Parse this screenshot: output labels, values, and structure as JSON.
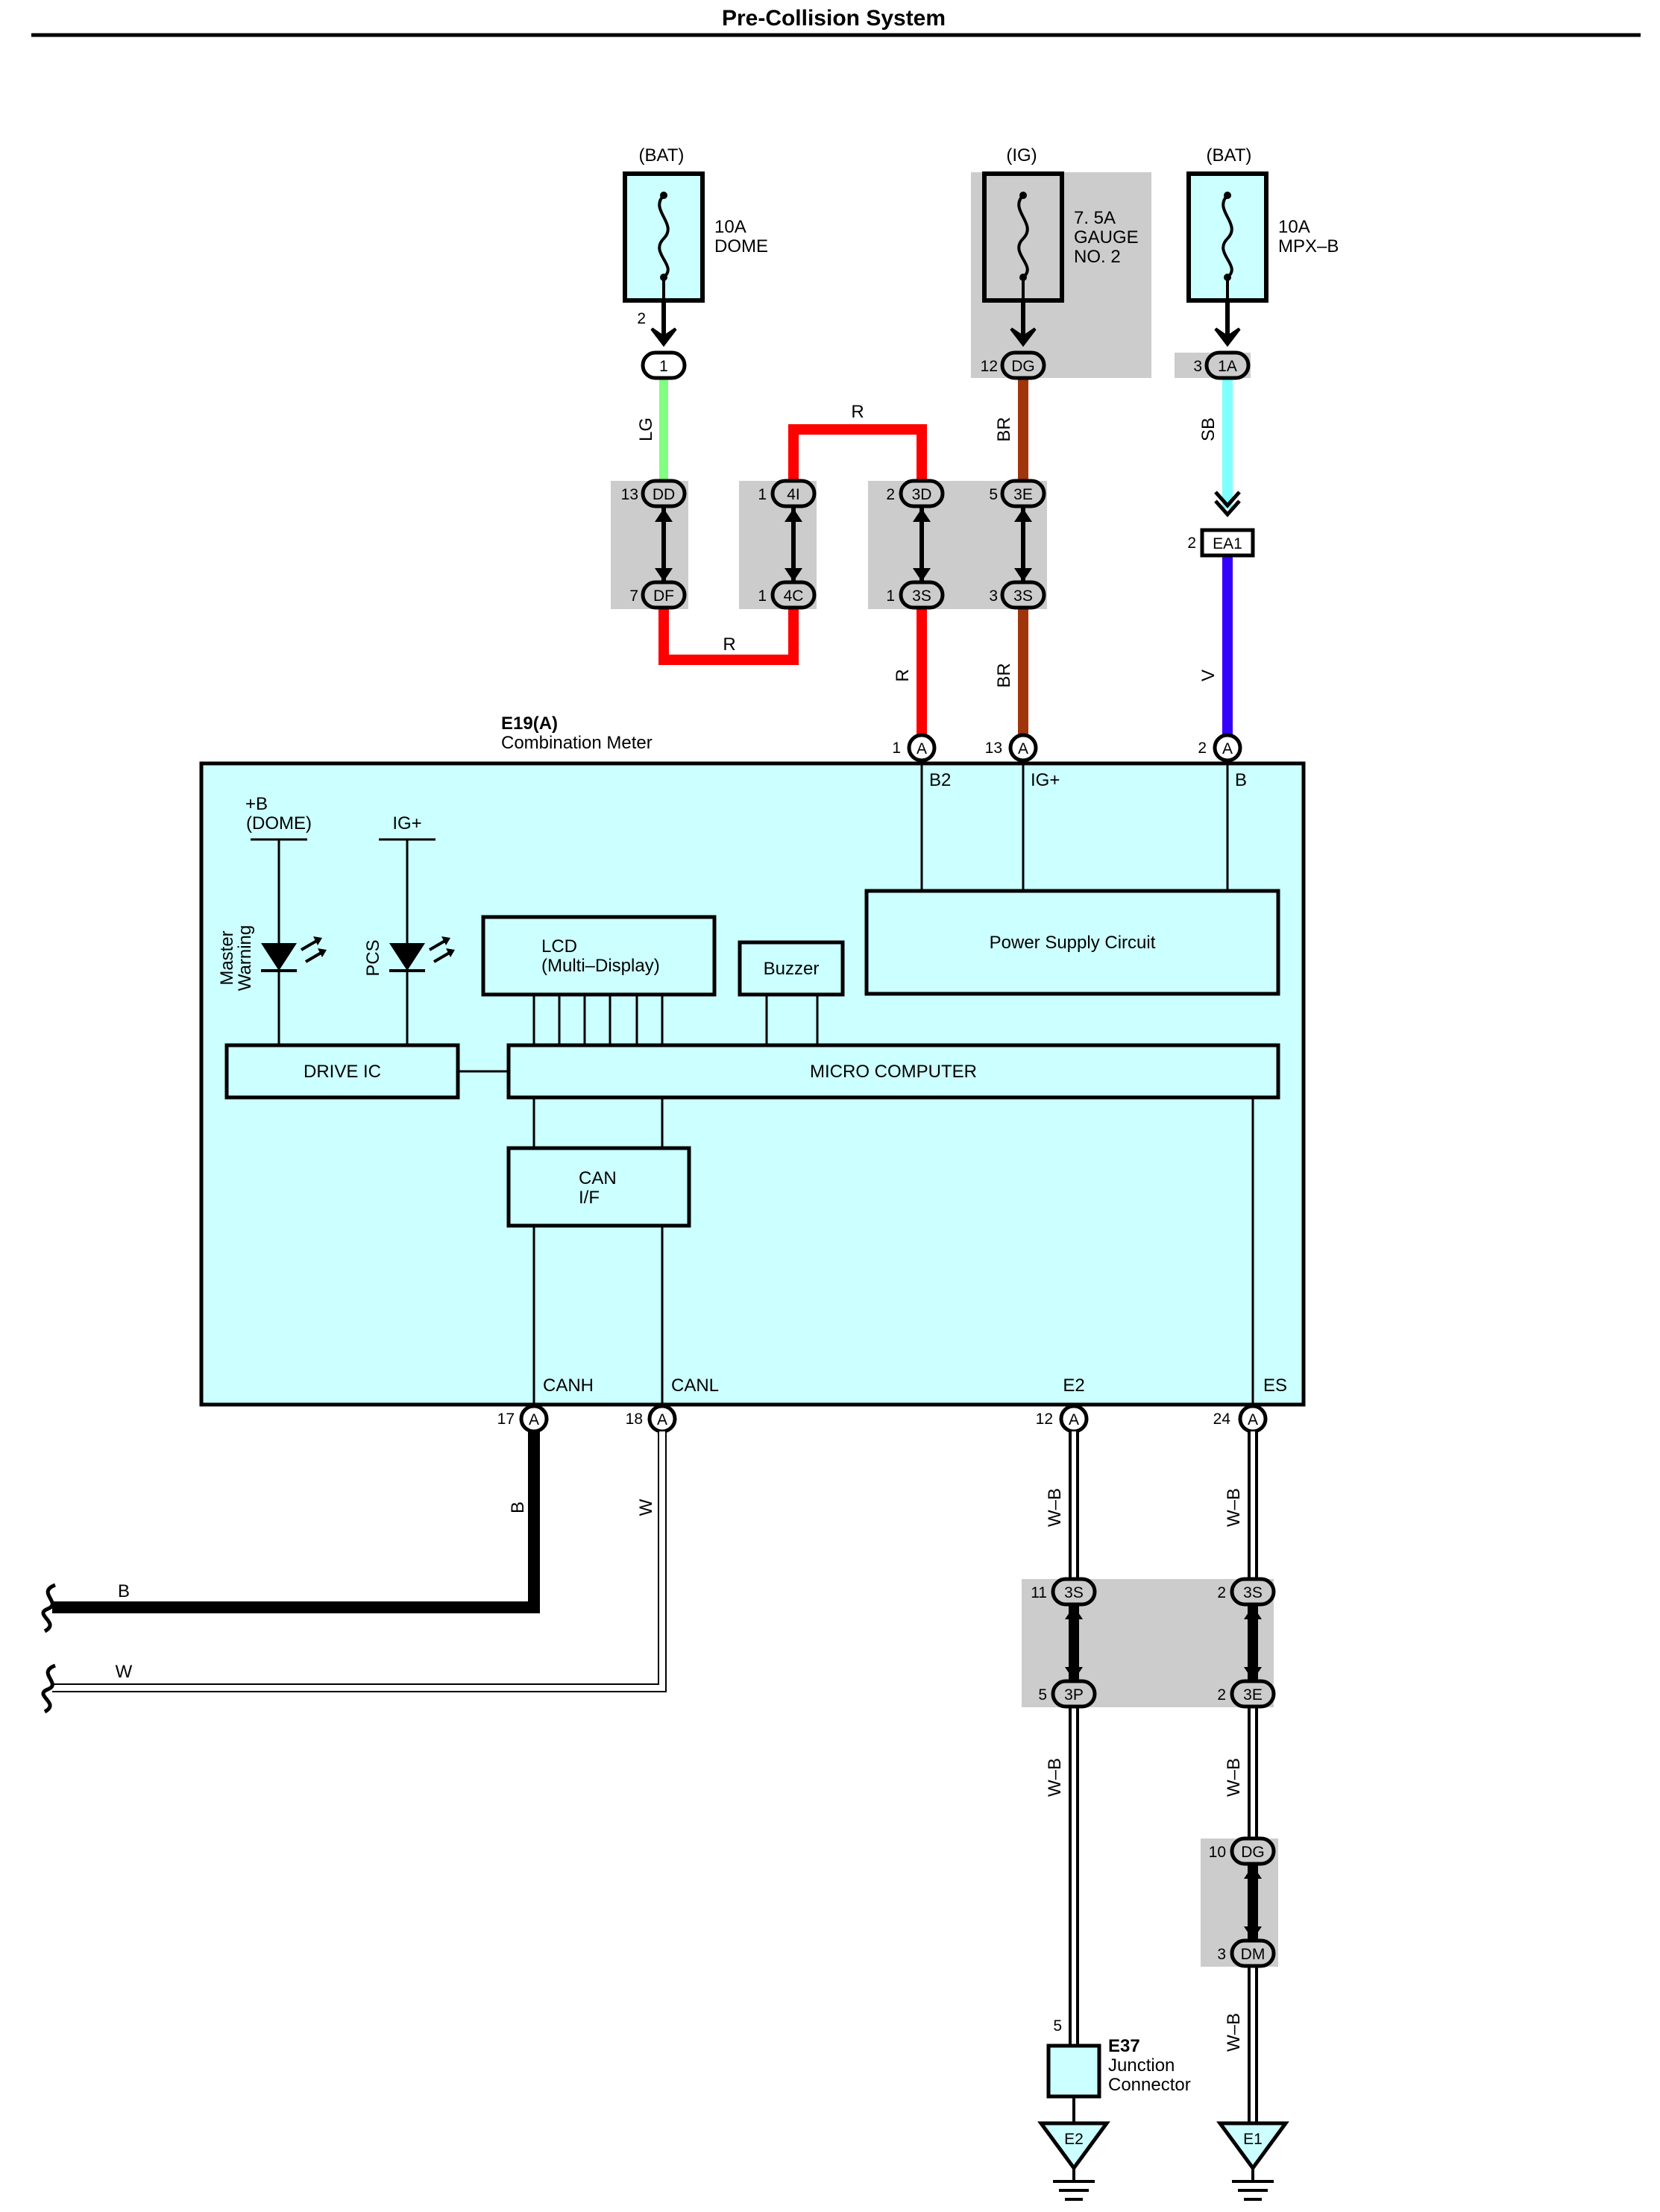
{
  "title": "Pre-Collision System",
  "fuses": [
    {
      "source": "(BAT)",
      "line1": "10A",
      "line2": "DOME",
      "line3": "",
      "pin": "2",
      "conn": "1"
    },
    {
      "source": "(IG)",
      "line1": "7. 5A",
      "line2": "GAUGE",
      "line3": "NO. 2",
      "pin": "12",
      "conn": "DG"
    },
    {
      "source": "(BAT)",
      "line1": "10A",
      "line2": "MPX–B",
      "line3": "",
      "pin": "3",
      "conn": "1A"
    }
  ],
  "wire_colors": {
    "lg": "LG",
    "r": "R",
    "br": "BR",
    "sb": "SB",
    "v": "V",
    "b": "B",
    "w": "W",
    "wb": "W–B"
  },
  "connectors_top": {
    "dd": {
      "pin": "13",
      "name": "DD"
    },
    "df": {
      "pin": "7",
      "name": "DF"
    },
    "c4i": {
      "pin": "1",
      "name": "4I"
    },
    "c4c": {
      "pin": "1",
      "name": "4C"
    },
    "c3d": {
      "pin": "2",
      "name": "3D"
    },
    "c3s_a": {
      "pin": "1",
      "name": "3S"
    },
    "c3e": {
      "pin": "5",
      "name": "3E"
    },
    "c3s_b": {
      "pin": "3",
      "name": "3S"
    },
    "ea1": {
      "pin": "2",
      "name": "EA1"
    }
  },
  "meter": {
    "id": "E19(A)",
    "name": "Combination Meter",
    "top_pins": [
      {
        "num": "1",
        "conn": "A",
        "label": "B2"
      },
      {
        "num": "13",
        "conn": "A",
        "label": "IG+"
      },
      {
        "num": "2",
        "conn": "A",
        "label": "B"
      }
    ],
    "bottom_pins": [
      {
        "num": "17",
        "conn": "A",
        "label": "CANH"
      },
      {
        "num": "18",
        "conn": "A",
        "label": "CANL"
      },
      {
        "num": "12",
        "conn": "A",
        "label": "E2"
      },
      {
        "num": "24",
        "conn": "A",
        "label": "ES"
      }
    ],
    "led_dome_label1": "+B",
    "led_dome_label2": "(DOME)",
    "led_ig_label": "IG+",
    "led1_name1": "Master",
    "led1_name2": "Warning",
    "led2_name": "PCS",
    "lcd1": "LCD",
    "lcd2": "(Multi–Display)",
    "buzzer": "Buzzer",
    "psu": "Power Supply Circuit",
    "drive_ic": "DRIVE IC",
    "micro": "MICRO COMPUTER",
    "can1": "CAN",
    "can2": "I/F"
  },
  "bottom_connectors": {
    "l_3s": {
      "pin": "11",
      "name": "3S"
    },
    "l_3p": {
      "pin": "5",
      "name": "3P"
    },
    "r_3s": {
      "pin": "2",
      "name": "3S"
    },
    "r_3e": {
      "pin": "2",
      "name": "3E"
    },
    "r_dg": {
      "pin": "10",
      "name": "DG"
    },
    "r_dm": {
      "pin": "3",
      "name": "DM"
    },
    "e37_pin": "5"
  },
  "junction": {
    "id": "E37",
    "line1": "Junction",
    "line2": "Connector"
  },
  "grounds": {
    "left": "E2",
    "right": "E1"
  },
  "colors": {
    "box_fill": "#ccffff",
    "gray": "#cccccc",
    "lg": "#80ff80",
    "red": "#ff0000",
    "brown": "#a0340a",
    "sb": "#80ffff",
    "violet": "#3300ff"
  }
}
